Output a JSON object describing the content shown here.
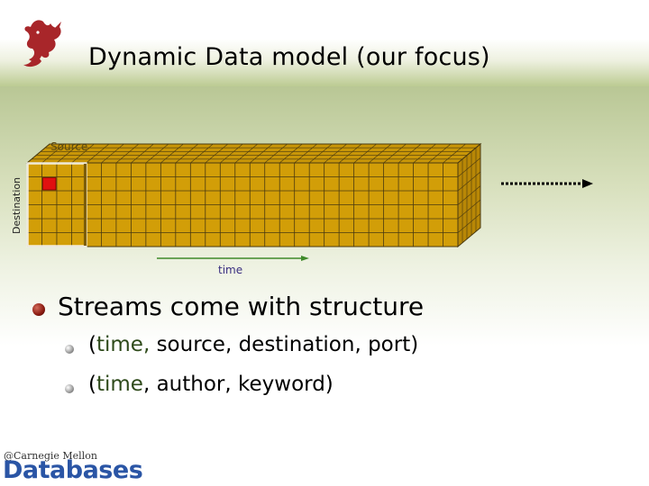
{
  "slide": {
    "title": "Dynamic Data model (our focus)"
  },
  "diagram": {
    "source_label": "Source",
    "destination_label": "Destination",
    "time_label": "time"
  },
  "bullets": {
    "main": "Streams come with structure",
    "sub": [
      {
        "open": "(",
        "time_word": "time,",
        "rest": " source, destination, port)"
      },
      {
        "open": "(",
        "time_word": "time",
        "rest": ", author, keyword)"
      }
    ]
  },
  "footer": {
    "small": "@Carnegie Mellon",
    "big": "Databases"
  },
  "colors": {
    "cube_fill": "#d29e08",
    "cube_stroke": "#4a3a10",
    "highlight_cell": "#e01010",
    "time_arrow": "#3f8a2a",
    "footer_blue": "#2a55a5"
  },
  "icons": {
    "logo": "red-dragon-logo",
    "bullet_main": "red-sphere-bullet",
    "bullet_sub": "grey-sphere-bullet"
  }
}
